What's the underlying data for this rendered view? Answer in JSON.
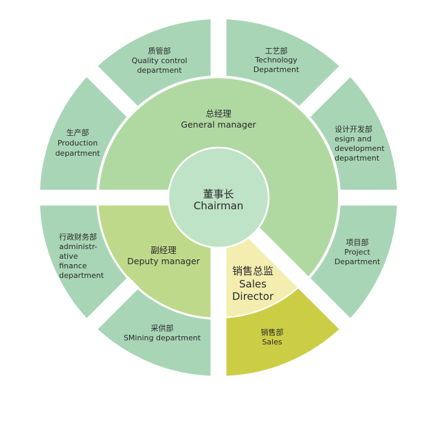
{
  "colors": {
    "outer": "#a8d5b6",
    "general_manager": "#b0d9a2",
    "chairman": "#bfe3c6",
    "deputy": "#bfd98a",
    "sales_director": "#f3eeb0",
    "sales": "#cbce45"
  },
  "chairman": {
    "zh": "董事长",
    "en": "Chairman"
  },
  "general_manager": {
    "zh": "总经理",
    "en": "General manager"
  },
  "deputy_manager": {
    "zh": "副经理",
    "en": "Deputy manager"
  },
  "sales_director": {
    "zh": "销售总监",
    "en1": "Sales",
    "en2": "Director"
  },
  "departments": {
    "quality": {
      "zh": "质管部",
      "en1": "Quality control",
      "en2": "department"
    },
    "technology": {
      "zh": "工艺部",
      "en1": "Technology",
      "en2": "Department"
    },
    "design": {
      "zh": "设计开发部",
      "en1": "esign and",
      "en2": "development",
      "en3": "department"
    },
    "project": {
      "zh": "项目部",
      "en1": "Project",
      "en2": "Department"
    },
    "sales": {
      "zh": "销售部",
      "en1": "Sales"
    },
    "mining": {
      "zh": "采供部",
      "en1": "SMining department"
    },
    "admin": {
      "zh": "行政财务部",
      "en1": "administr-",
      "en2": "ative",
      "en3": "finance",
      "en4": "department"
    },
    "production": {
      "zh": "生产部",
      "en1": "Production",
      "en2": "department"
    }
  }
}
